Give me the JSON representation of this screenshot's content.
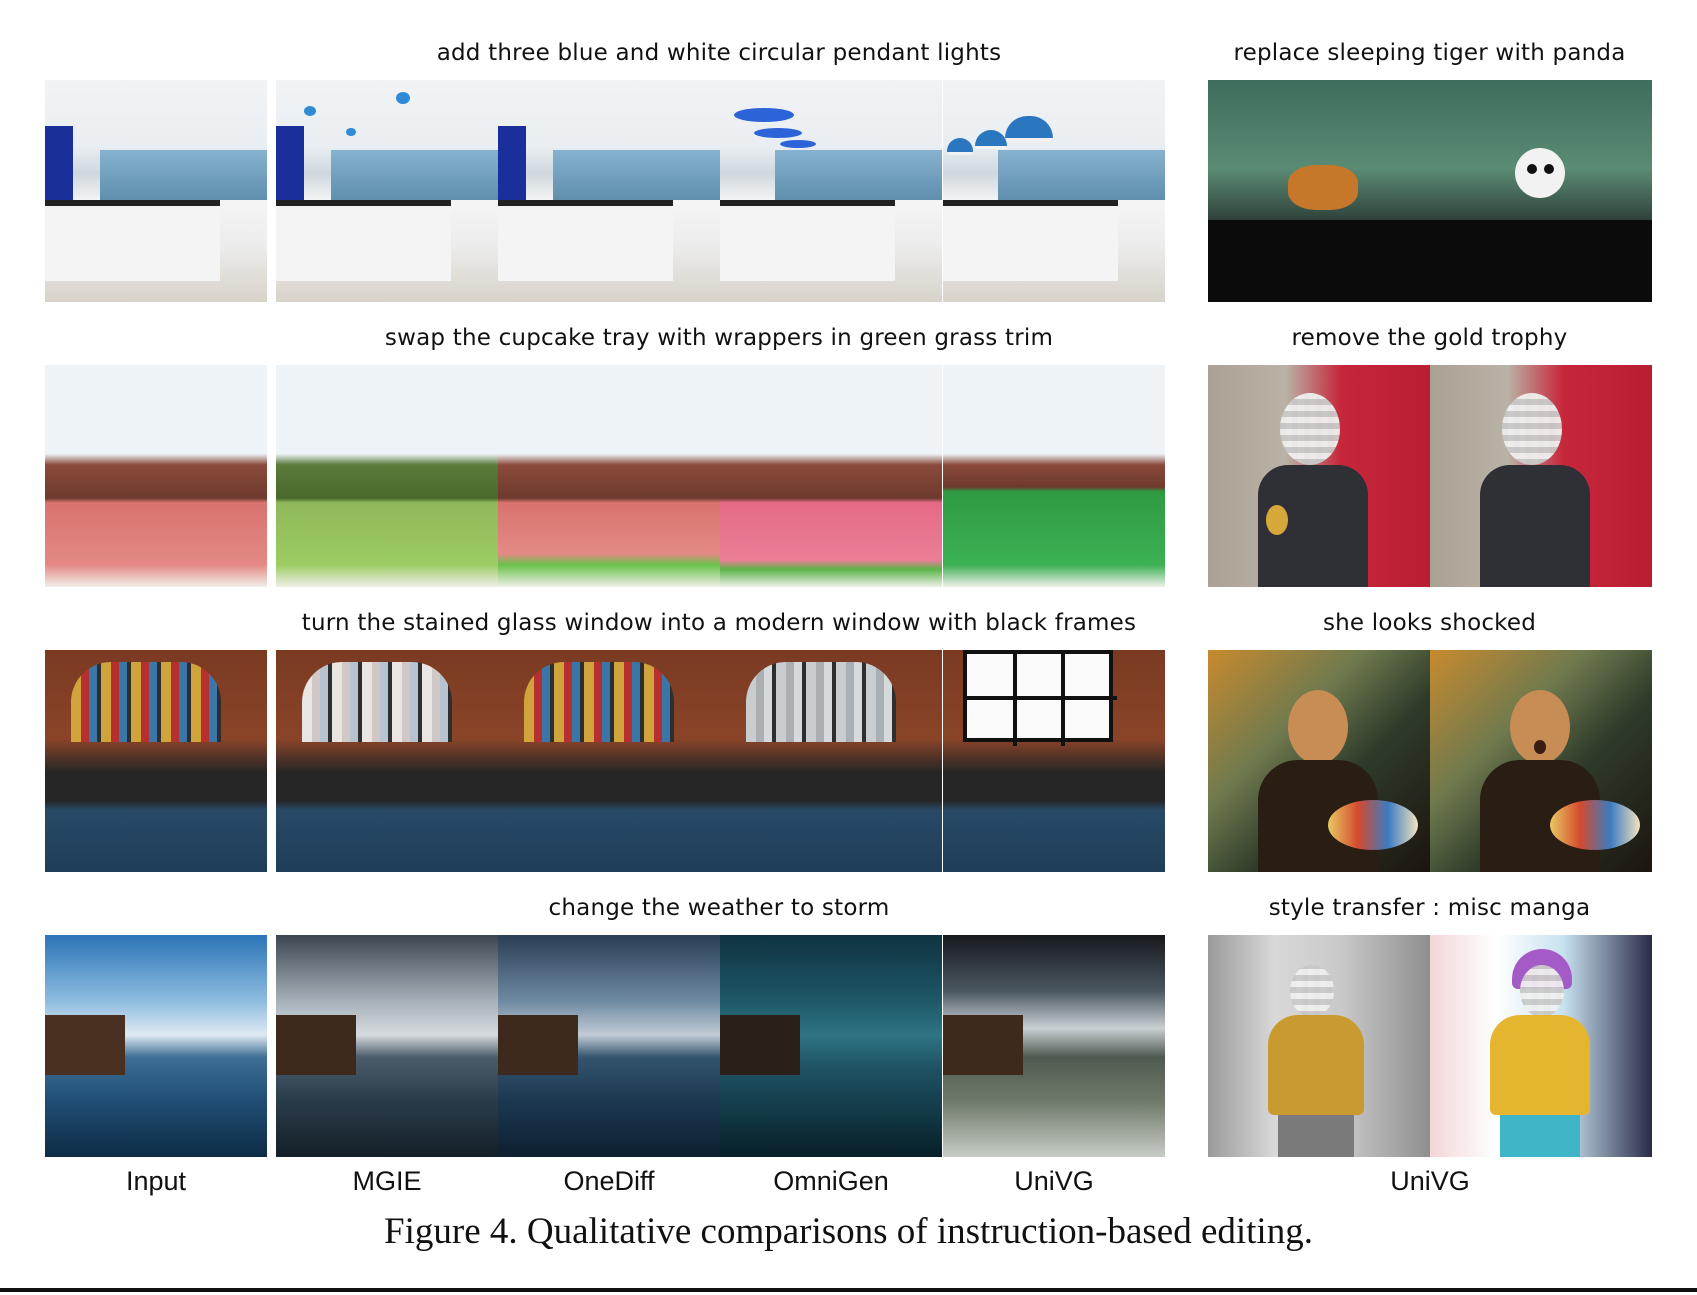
{
  "rows": [
    {
      "instruction_left": "add three blue and white circular pendant lights",
      "instruction_right": "replace sleeping tiger with panda"
    },
    {
      "instruction_left": "swap the cupcake tray with wrappers in green grass trim",
      "instruction_right": "remove the gold trophy"
    },
    {
      "instruction_left": "turn the stained glass window into a modern window with black frames",
      "instruction_right": "she looks shocked"
    },
    {
      "instruction_left": "change the weather to storm",
      "instruction_right": "style transfer : misc manga"
    }
  ],
  "column_labels": [
    "Input",
    "MGIE",
    "OneDiff",
    "OmniGen",
    "UniVG"
  ],
  "right_label": "UniVG",
  "caption": "Figure 4. Qualitative comparisons of instruction-based editing.",
  "colors": {
    "text": "#111111",
    "background": "#ffffff"
  }
}
